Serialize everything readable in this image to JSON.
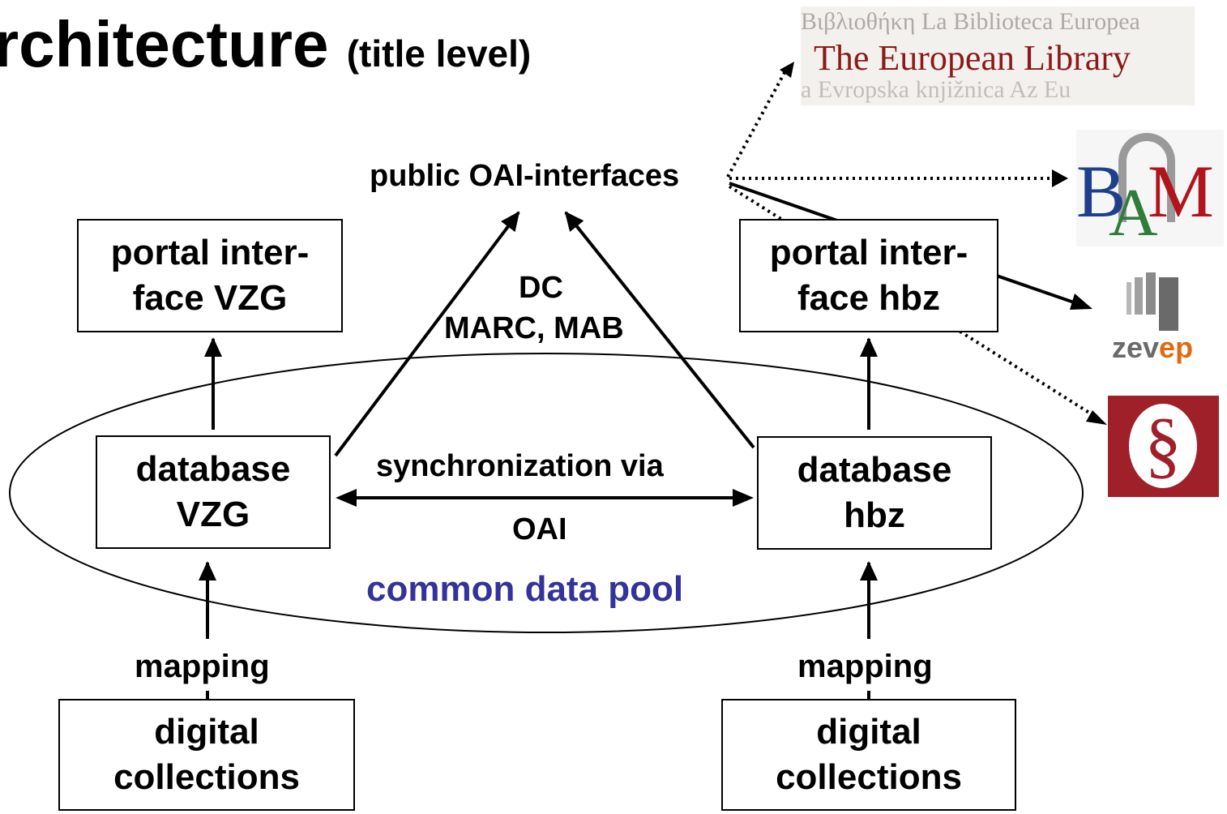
{
  "title": {
    "main": "rchitecture",
    "sub": "(title level)"
  },
  "boxes": {
    "portal_vzg": "portal inter-\nface VZG",
    "portal_hbz": "portal inter-\nface hbz",
    "db_vzg": "database\nVZG",
    "db_hbz": "database\nhbz",
    "coll_left": "digital\ncollections",
    "coll_right": "digital\ncollections"
  },
  "labels": {
    "oai_interfaces": "public OAI-interfaces",
    "formats_line1": "DC",
    "formats_line2": "MARC, MAB",
    "sync_line1": "synchronization via",
    "sync_line2": "OAI",
    "pool": "common data pool",
    "mapping_left": "mapping",
    "mapping_right": "mapping"
  },
  "logos": {
    "european_library": {
      "top_text": "Βιβλιοθήκη La Biblioteca Europea",
      "main_text": "The European Library",
      "bottom_text": "a Evropska knjižnica Az Eu"
    },
    "bam": {
      "text_b": "B",
      "text_a": "A",
      "text_m": "M"
    },
    "zevep": {
      "text_1": "zev",
      "text_2": "ep"
    },
    "paragraph": {
      "symbol": "§"
    }
  },
  "colors": {
    "pool_text": "#333399",
    "ink": "#000000",
    "library_red": "#8b1a1a",
    "paragraph_bg": "#a0202a"
  }
}
